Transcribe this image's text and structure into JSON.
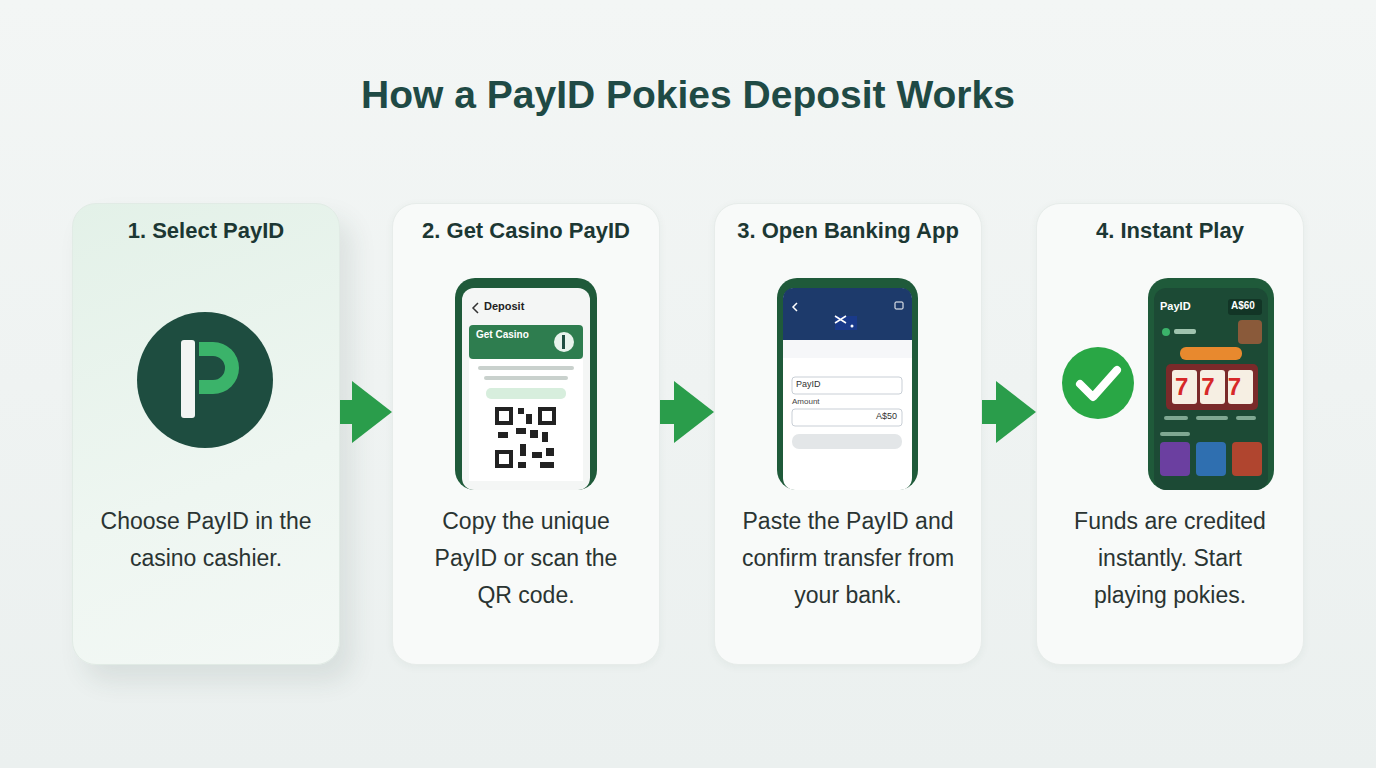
{
  "diagram": {
    "title": "How a PayID Pokies Deposit Works",
    "nodes": [
      {
        "text": [
          "1. Select PayID",
          "Choose PayID in the casino cashier."
        ]
      },
      {
        "text": [
          "2. Get Casino PayID",
          "Copy the unique PayID or scan the QR code."
        ]
      },
      {
        "text": [
          "3. Open Banking App",
          "Paste the PayID and confirm transfer from your bank."
        ]
      },
      {
        "text": [
          "4. Instant Play",
          "Funds are credited instantly. Start playing pokies."
        ]
      }
    ],
    "edges": [
      {
        "from": 0,
        "to": 1,
        "arrow": "to"
      },
      {
        "from": 1,
        "to": 2,
        "arrow": "to"
      },
      {
        "from": 2,
        "to": 3,
        "arrow": "to"
      }
    ],
    "labels": [
      "Deposit",
      "Get Casino",
      "PayID",
      "Amount",
      "A$50",
      "PayID",
      "A$60",
      "777"
    ]
  }
}
